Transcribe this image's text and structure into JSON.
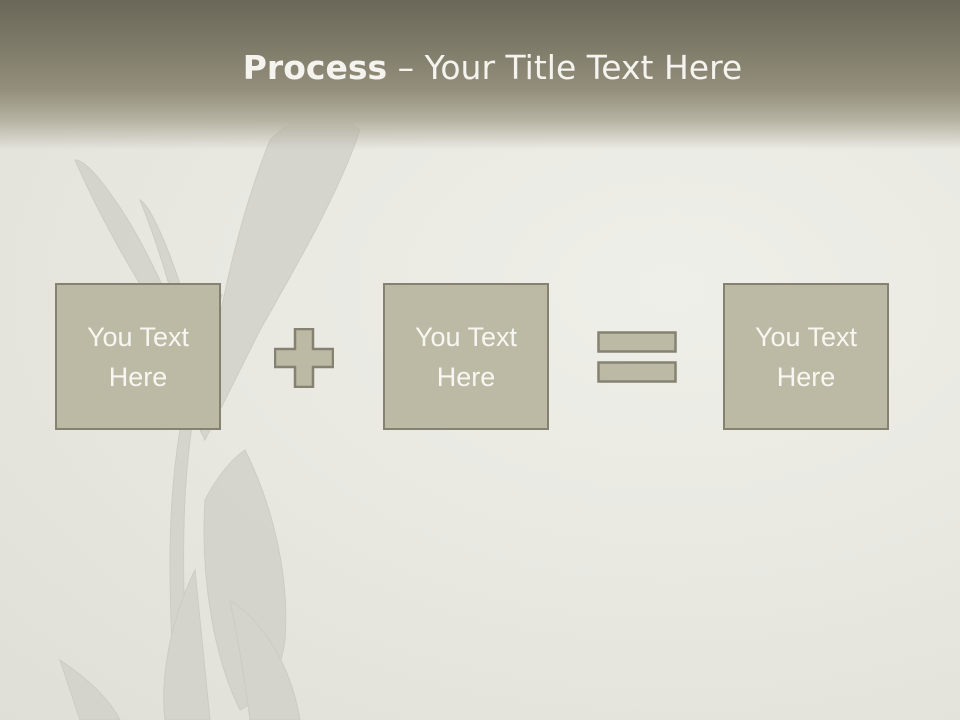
{
  "slide": {
    "title_bold": "Process",
    "title_rest": " – Your Title Text Here",
    "boxes": [
      {
        "line1": "You Text",
        "line2": "Here"
      },
      {
        "line1": "You Text",
        "line2": "Here"
      },
      {
        "line1": "You Text",
        "line2": "Here"
      }
    ],
    "operators": [
      "plus-icon",
      "equals-icon"
    ]
  },
  "colors": {
    "header": "#7d7a69",
    "box_fill": "#bcbaa5",
    "box_border": "#858271",
    "text_light": "#f7f6f0"
  }
}
